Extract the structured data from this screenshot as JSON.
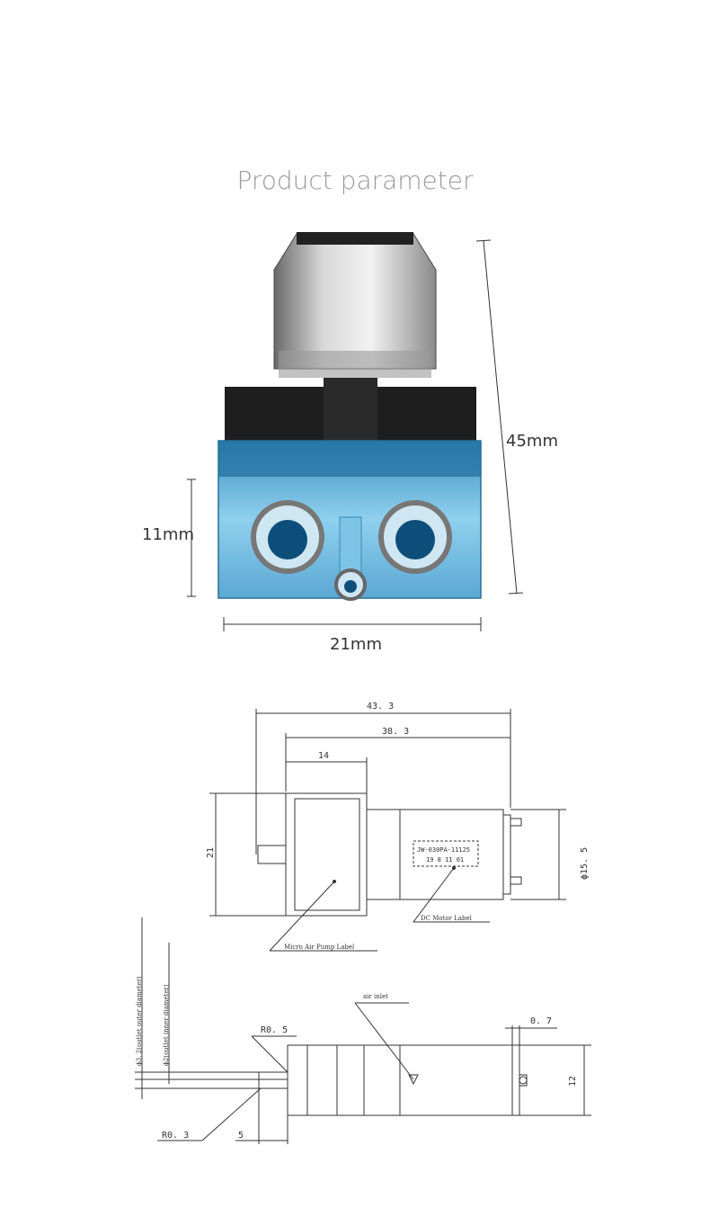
{
  "header": {
    "title": "Product parameter"
  },
  "photo": {
    "dim_height": "45mm",
    "dim_outlet": "11mm",
    "dim_width": "21mm"
  },
  "drawing_top": {
    "dim_total": "43. 3",
    "dim_body": "38. 3",
    "dim_pump": "14",
    "dim_height": "21",
    "dim_motor_dia": "ϕ15. 5",
    "motor_label_line1": "JW-030PA-11125",
    "motor_label_line2": "19 8 11 01",
    "label_dc_motor": "DC Motor Label",
    "label_pump": "Micro Air Pump Label"
  },
  "drawing_bottom": {
    "label_outer": "ϕ3. 2(outlet outer diameter)",
    "label_inner": "ϕ2(outlet inner diameter)",
    "label_air_inlet": "air inlet",
    "dim_r05": "R0. 5",
    "dim_r03": "R0. 3",
    "dim_5": "5",
    "dim_07": "0. 7",
    "dim_12": "12"
  }
}
